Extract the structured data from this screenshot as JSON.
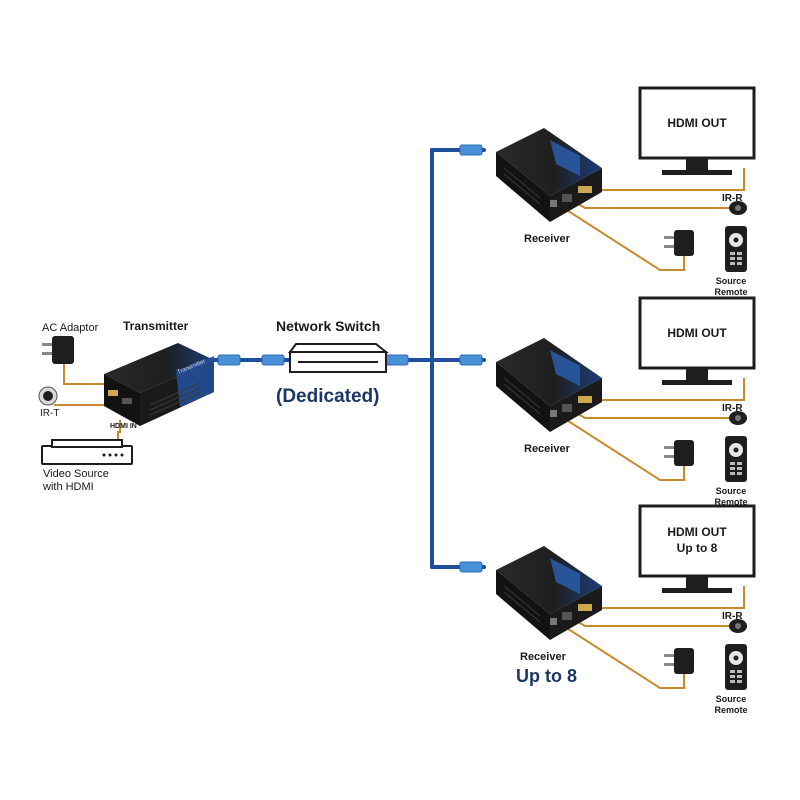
{
  "transmitter_section": {
    "ac_adaptor_label": "AC Adaptor",
    "transmitter_label": "Transmitter",
    "ir_t_label": "IR-T",
    "hdmi_in_label": "HDMI IN",
    "video_source_line1": "Video Source",
    "video_source_line2": "with HDMI",
    "device_brand_text": "Transmitter"
  },
  "switch_section": {
    "title": "Network Switch",
    "subtitle": "(Dedicated)"
  },
  "receivers": [
    {
      "label": "Receiver",
      "label_extra": "",
      "monitor_line1": "HDMI OUT",
      "monitor_line2": "",
      "ir_r_label": "IR-R",
      "remote_line1": "Source",
      "remote_line2": "Remote"
    },
    {
      "label": "Receiver",
      "label_extra": "",
      "monitor_line1": "HDMI OUT",
      "monitor_line2": "",
      "ir_r_label": "IR-R",
      "remote_line1": "Source",
      "remote_line2": "Remote"
    },
    {
      "label": "Receiver",
      "label_extra": "Up to 8",
      "monitor_line1": "HDMI OUT",
      "monitor_line2": "Up to 8",
      "ir_r_label": "IR-R",
      "remote_line1": "Source",
      "remote_line2": "Remote"
    }
  ],
  "colors": {
    "network_cable": "#1f4e9b",
    "connector": "#4a90d9",
    "power_cable": "#c88a2c",
    "device_body": "#1c1c1c",
    "device_accent": "#2a5ca8",
    "label_navy": "#1b3768"
  }
}
